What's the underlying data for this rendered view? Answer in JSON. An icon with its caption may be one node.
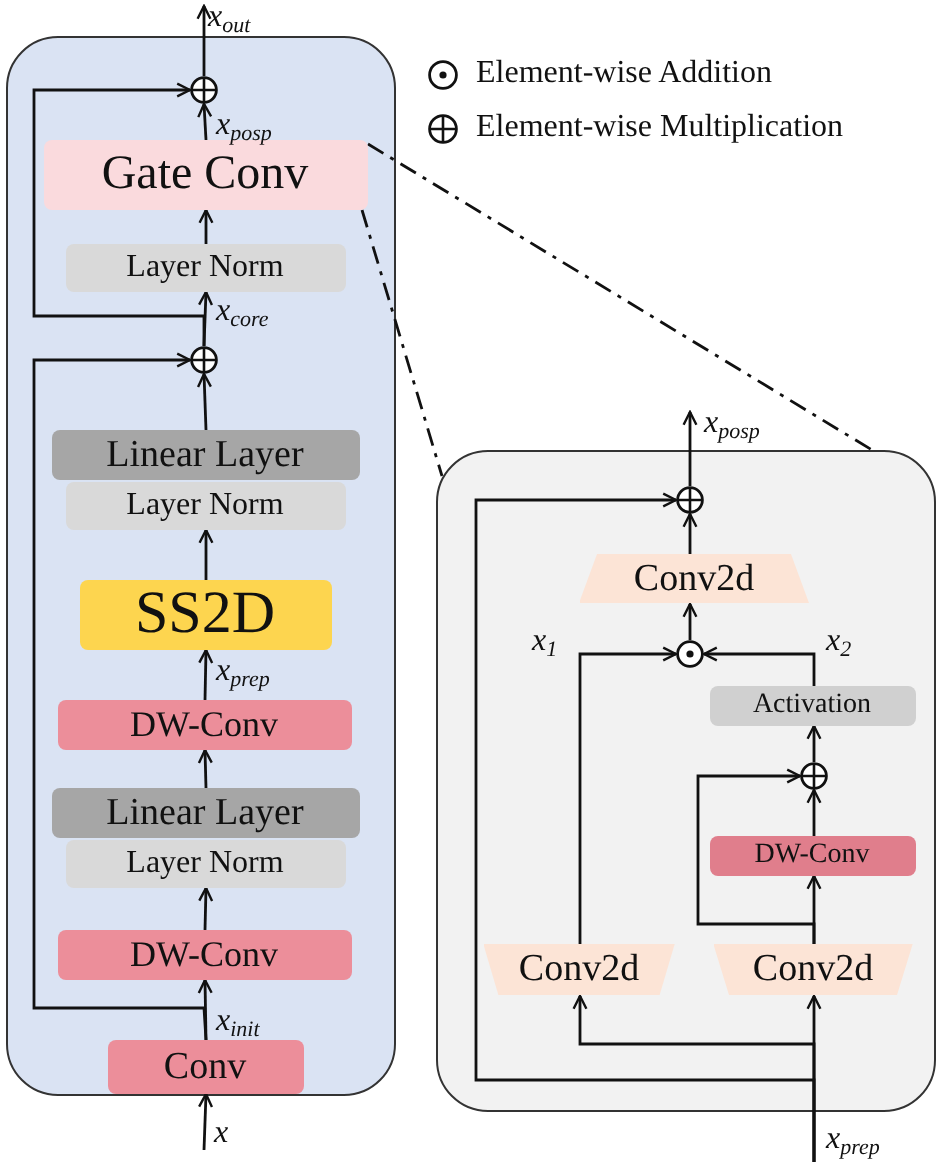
{
  "diagram": {
    "nodes": [
      {
        "text": [
          "x$_{out}$"
        ]
      },
      {
        "text": [],
        "shape": "box"
      },
      {
        "text": [],
        "shape": "circle",
        "in": 1
      },
      {
        "text": [
          "Gate Conv"
        ],
        "in": 1
      },
      {
        "text": [
          "Layer Norm"
        ],
        "in": 1
      },
      {
        "text": [],
        "shape": "circle",
        "in": 1
      },
      {
        "text": [
          "Linear Layer"
        ],
        "in": 1
      },
      {
        "text": [
          "Layer Norm"
        ],
        "in": 1
      },
      {
        "text": [
          "SS2D"
        ],
        "in": 1
      },
      {
        "text": [
          "DW-Conv"
        ],
        "in": 1
      },
      {
        "text": [
          "Linear Layer"
        ],
        "in": 1
      },
      {
        "text": [
          "Layer Norm"
        ],
        "in": 1
      },
      {
        "text": [
          "DW-Conv"
        ],
        "in": 1
      },
      {
        "text": [
          "Conv"
        ],
        "in": 1
      },
      {
        "text": [
          "x"
        ]
      },
      {
        "text": [
          "x$_{posp}$"
        ]
      },
      {
        "text": [],
        "shape": "box"
      },
      {
        "text": [],
        "shape": "circle",
        "in": 16
      },
      {
        "text": [
          "Conv2d"
        ],
        "in": 16
      },
      {
        "text": [],
        "shape": "circle",
        "in": 16
      },
      {
        "text": [
          "Activation"
        ],
        "in": 16
      },
      {
        "text": [],
        "shape": "circle",
        "in": 16
      },
      {
        "text": [
          "DW-Conv"
        ],
        "in": 16
      },
      {
        "text": [
          "Conv2d"
        ],
        "in": 16
      },
      {
        "text": [
          "Conv2d"
        ],
        "in": 16
      },
      {
        "text": [
          "x$_{prep}$"
        ]
      }
    ],
    "edges": [
      {
        "from": 14,
        "to": 13,
        "arrow": "to"
      },
      {
        "from": 13,
        "to": 12,
        "arrow": "to"
      },
      {
        "from": 12,
        "to": 11,
        "arrow": "to"
      },
      {
        "from": 10,
        "to": 9,
        "arrow": "to"
      },
      {
        "from": 9,
        "to": 8,
        "arrow": "to"
      },
      {
        "from": 8,
        "to": 7,
        "arrow": "to"
      },
      {
        "from": 6,
        "to": 5,
        "arrow": "to"
      },
      {
        "from": 13,
        "to": 5,
        "arrow": "to"
      },
      {
        "from": 5,
        "to": 4,
        "arrow": "to"
      },
      {
        "from": 4,
        "to": 3,
        "arrow": "to"
      },
      {
        "from": 3,
        "to": 2,
        "arrow": "to"
      },
      {
        "from": 5,
        "to": 2,
        "arrow": "to"
      },
      {
        "from": 2,
        "to": 0,
        "arrow": "to"
      },
      {
        "from": 25,
        "to": 24,
        "arrow": "to"
      },
      {
        "from": 25,
        "to": 23,
        "arrow": "to"
      },
      {
        "from": 25,
        "to": 17,
        "arrow": "to"
      },
      {
        "from": 24,
        "to": 22,
        "arrow": "to"
      },
      {
        "from": 24,
        "to": 21,
        "arrow": "to"
      },
      {
        "from": 22,
        "to": 21,
        "arrow": "to"
      },
      {
        "from": 21,
        "to": 20,
        "arrow": "to"
      },
      {
        "from": 20,
        "to": 19,
        "arrow": "to"
      },
      {
        "from": 23,
        "to": 19,
        "arrow": "to"
      },
      {
        "from": 19,
        "to": 18,
        "arrow": "to"
      },
      {
        "from": 18,
        "to": 17,
        "arrow": "to"
      },
      {
        "from": 17,
        "to": 15,
        "arrow": "to"
      },
      {
        "from": 3,
        "to": 16,
        "arrow": "none",
        "style": "dashed"
      },
      {
        "from": 3,
        "to": 16,
        "arrow": "none",
        "style": "dashed"
      }
    ],
    "labels": [
      "x$_{posp}$",
      "x$_{core}$",
      "x$_{prep}$",
      "x$_{init}$",
      "x$_{1}$",
      "x$_{2}$"
    ],
    "legend": [
      {
        "text": "Element-wise Addition"
      },
      {
        "text": "Element-wise Multiplication"
      }
    ]
  }
}
